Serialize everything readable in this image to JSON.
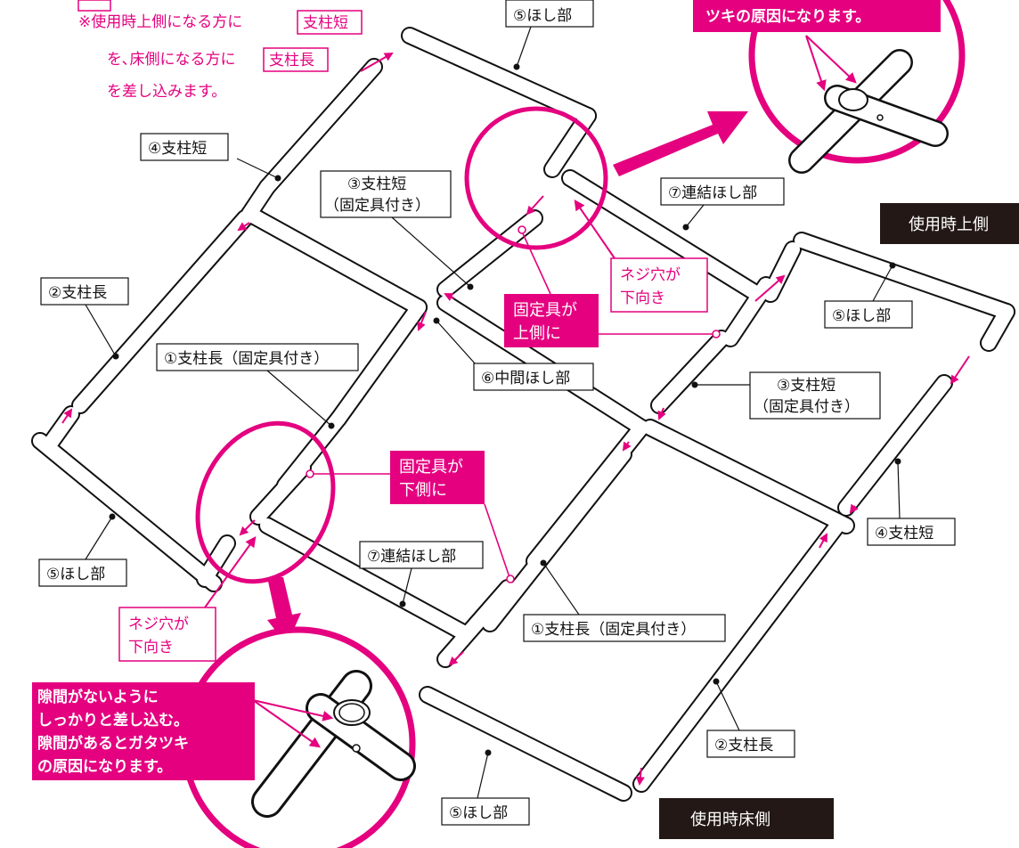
{
  "note": {
    "line1_prefix": "※使用時上側になる方に",
    "line1_box": "支柱短",
    "line2_prefix": "を､床側になる方に",
    "line2_box": "支柱長",
    "line3": "を差し込みます。"
  },
  "labels": {
    "hoshi_top": "⑤ほし部",
    "shichu_short_4a": "④支柱短",
    "shichu_short_3a_l1": "③支柱短",
    "shichu_short_3a_l2": "（固定具付き）",
    "shichu_long_2a": "②支柱長",
    "shichu_long_1a": "①支柱長（固定具付き）",
    "renketsu_7a": "⑦連結ほし部",
    "chukan_6": "⑥中間ほし部",
    "hoshi_left": "⑤ほし部",
    "renketsu_7b": "⑦連結ほし部",
    "hoshi_right": "⑤ほし部",
    "shichu_short_3b_l1": "③支柱短",
    "shichu_short_3b_l2": "（固定具付き）",
    "shichu_short_4b": "④支柱短",
    "shichu_long_1b": "①支柱長（固定具付き）",
    "shichu_long_2b": "②支柱長",
    "hoshi_bottom": "⑤ほし部"
  },
  "callouts": {
    "screw_hole_1_l1": "ネジ穴が",
    "screw_hole_1_l2": "下向き",
    "screw_hole_2_l1": "ネジ穴が",
    "screw_hole_2_l2": "下向き",
    "fixture_up_l1": "固定具が",
    "fixture_up_l2": "上側に",
    "fixture_down_l1": "固定具が",
    "fixture_down_l2": "下側に"
  },
  "warnings": {
    "top_partial": "ツキの原因になります。",
    "bottom_l1": "隙間がないように",
    "bottom_l2": "しっかりと差し込む。",
    "bottom_l3": "隙間があるとガタツキ",
    "bottom_l4": "の原因になります。"
  },
  "badges": {
    "upper_side": "使用時上側",
    "floor_side": "使用時床側"
  },
  "colors": {
    "accent": "#e4007f",
    "line": "#111111",
    "badge_bg": "#231815"
  }
}
